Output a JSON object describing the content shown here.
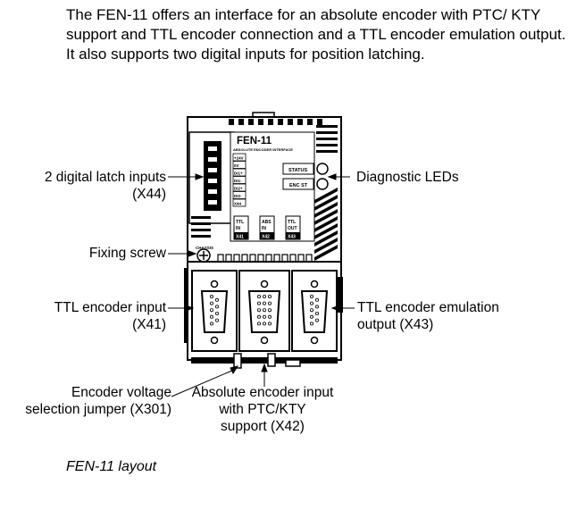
{
  "intro_paragraph": "The FEN-11 offers an interface for an absolute encoder with PTC/ KTY support and TTL encoder connection and a TTL encoder emulation output. It also supports two digital inputs for position latching.",
  "device": {
    "model": "FEN-11",
    "subtitle": "ABSOLUTE ENCODER INTERFACE",
    "terminal_pins": [
      "+24V",
      "0V",
      "DI1+",
      "DI1-",
      "DI2+",
      "DI2-",
      "X44"
    ],
    "status_led_label": "STATUS",
    "enc_st_led_label": "ENC ST",
    "chassis_label": "CHASSIS",
    "connectors": [
      {
        "line1": "TTL",
        "line2": "IN",
        "id": "X41"
      },
      {
        "line1": "ABS",
        "line2": "IN",
        "id": "X42"
      },
      {
        "line1": "TTL",
        "line2": "OUT",
        "id": "X43"
      }
    ]
  },
  "callouts": {
    "latch_inputs": {
      "line1": "2 digital latch inputs",
      "line2": "(X44)"
    },
    "diagnostic_leds": "Diagnostic LEDs",
    "fixing_screw": "Fixing screw",
    "ttl_input": {
      "line1": "TTL encoder input",
      "line2": "(X41)"
    },
    "ttl_emulation": {
      "line1": "TTL encoder emulation",
      "line2": "output (X43)"
    },
    "voltage_jumper": {
      "line1": "Encoder voltage",
      "line2": "selection jumper (X301)"
    },
    "absolute_input": {
      "line1": "Absolute encoder input",
      "line2": "with PTC/KTY",
      "line3": "support (X42)"
    }
  },
  "caption": "FEN-11 layout"
}
